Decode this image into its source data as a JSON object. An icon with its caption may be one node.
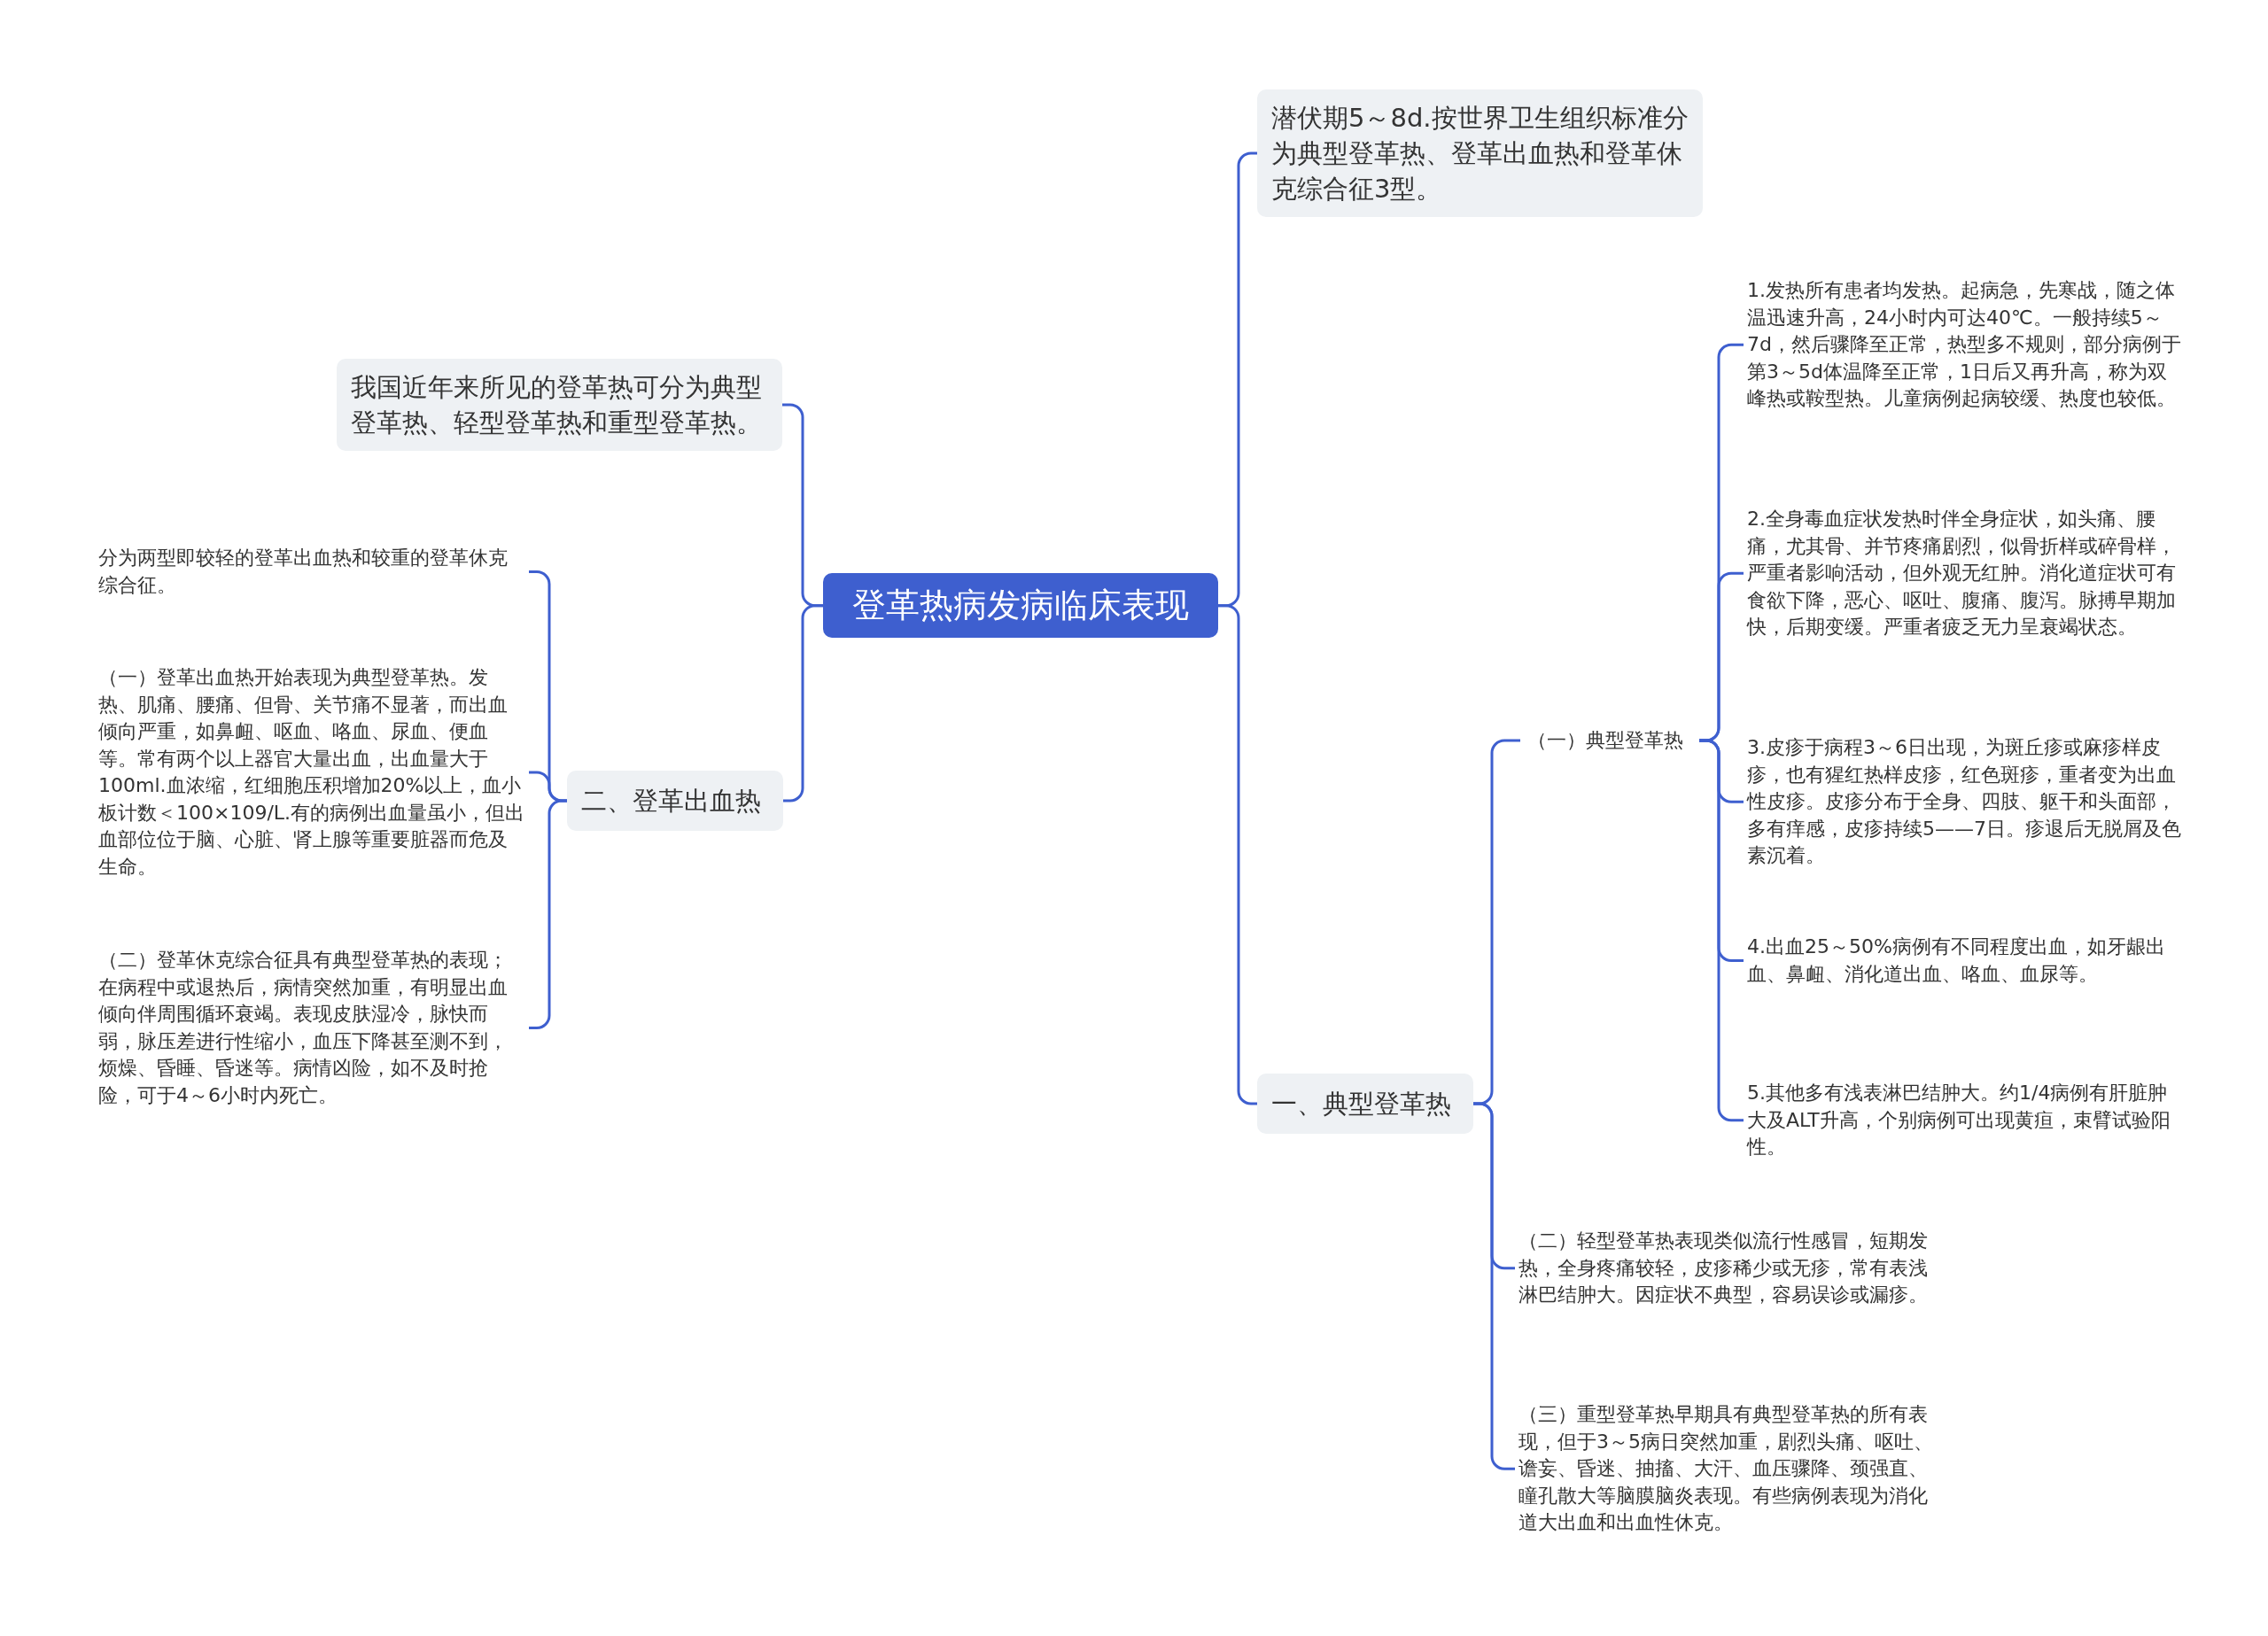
{
  "diagram": {
    "nodes": [
      {
        "text": [
          "登革热病发病临床表现"
        ]
      },
      {
        "text": [
          "潜伏期5～8d.按世界卫生组织标准分为典型登革热、登革出血热和登革休克综合征3型。"
        ]
      },
      {
        "text": [
          "一、典型登革热"
        ]
      },
      {
        "text": [
          "（一）典型登革热"
        ]
      },
      {
        "text": [
          "1.发热所有患者均发热。起病急，先寒战，随之体温迅速升高，24小时内可达40℃。一般持续5～7d，然后骤降至正常，热型多不规则，部分病例于第3～5d体温降至正常，1日后又再升高，称为双峰热或鞍型热。儿童病例起病较缓、热度也较低。"
        ]
      },
      {
        "text": [
          "2.全身毒血症状发热时伴全身症状，如头痛、腰痛，尤其骨、并节疼痛剧烈，似骨折样或碎骨样，严重者影响活动，但外观无红肿。消化道症状可有食欲下降，恶心、呕吐、腹痛、腹泻。脉搏早期加快，后期变缓。严重者疲乏无力呈衰竭状态。"
        ]
      },
      {
        "text": [
          "3.皮疹于病程3～6日出现，为斑丘疹或麻疹样皮疹，也有猩红热样皮疹，红色斑疹，重者变为出血性皮疹。皮疹分布于全身、四肢、躯干和头面部，多有痒感，皮疹持续5——7日。疹退后无脱屑及色素沉着。"
        ]
      },
      {
        "text": [
          "4.出血25～50%病例有不同程度出血，如牙龈出血、鼻衄、消化道出血、咯血、血尿等。"
        ]
      },
      {
        "text": [
          "5.其他多有浅表淋巴结肿大。约1/4病例有肝脏肿大及ALT升高，个别病例可出现黄疸，束臂试验阳性。"
        ]
      },
      {
        "text": [
          "（二）轻型登革热表现类似流行性感冒，短期发热，全身疼痛较轻，皮疹稀少或无疹，常有表浅淋巴结肿大。因症状不典型，容易误诊或漏疹。"
        ]
      },
      {
        "text": [
          "（三）重型登革热早期具有典型登革热的所有表现，但于3～5病日突然加重，剧烈头痛、呕吐、谵妄、昏迷、抽搐、大汗、血压骤降、颈强直、瞳孔散大等脑膜脑炎表现。有些病例表现为消化道大出血和出血性休克。"
        ]
      },
      {
        "text": [
          "我国近年来所见的登革热可分为典型登革热、轻型登革热和重型登革热。"
        ]
      },
      {
        "text": [
          "二、登革出血热"
        ]
      },
      {
        "text": [
          "分为两型即较轻的登革出血热和较重的登革休克综合征。"
        ]
      },
      {
        "text": [
          "（一）登革出血热开始表现为典型登革热。发热、肌痛、腰痛、但骨、关节痛不显著，而出血倾向严重，如鼻衄、呕血、咯血、尿血、便血等。常有两个以上器官大量出血，出血量大于100ml.血浓缩，红细胞压积增加20%以上，血小板计数＜100×109/L.有的病例出血量虽小，但出血部位位于脑、心脏、肾上腺等重要脏器而危及生命。"
        ]
      },
      {
        "text": [
          "（二）登革休克综合征具有典型登革热的表现；在病程中或退热后，病情突然加重，有明显出血倾向伴周围循环衰竭。表现皮肤湿冷，脉快而弱，脉压差进行性缩小，血压下降甚至测不到，烦燥、昏睡、昏迷等。病情凶险，如不及时抢险，可于4～6小时内死亡。"
        ]
      }
    ],
    "edges": [
      {
        "from": 0,
        "to": 1,
        "arrow": "none"
      },
      {
        "from": 0,
        "to": 2,
        "arrow": "none"
      },
      {
        "from": 2,
        "to": 3,
        "arrow": "none"
      },
      {
        "from": 3,
        "to": 4,
        "arrow": "none"
      },
      {
        "from": 3,
        "to": 5,
        "arrow": "none"
      },
      {
        "from": 3,
        "to": 6,
        "arrow": "none"
      },
      {
        "from": 3,
        "to": 7,
        "arrow": "none"
      },
      {
        "from": 3,
        "to": 8,
        "arrow": "none"
      },
      {
        "from": 2,
        "to": 9,
        "arrow": "none"
      },
      {
        "from": 2,
        "to": 10,
        "arrow": "none"
      },
      {
        "from": 0,
        "to": 11,
        "arrow": "none"
      },
      {
        "from": 0,
        "to": 12,
        "arrow": "none"
      },
      {
        "from": 12,
        "to": 13,
        "arrow": "none"
      },
      {
        "from": 12,
        "to": 14,
        "arrow": "none"
      },
      {
        "from": 12,
        "to": 15,
        "arrow": "none"
      }
    ]
  }
}
